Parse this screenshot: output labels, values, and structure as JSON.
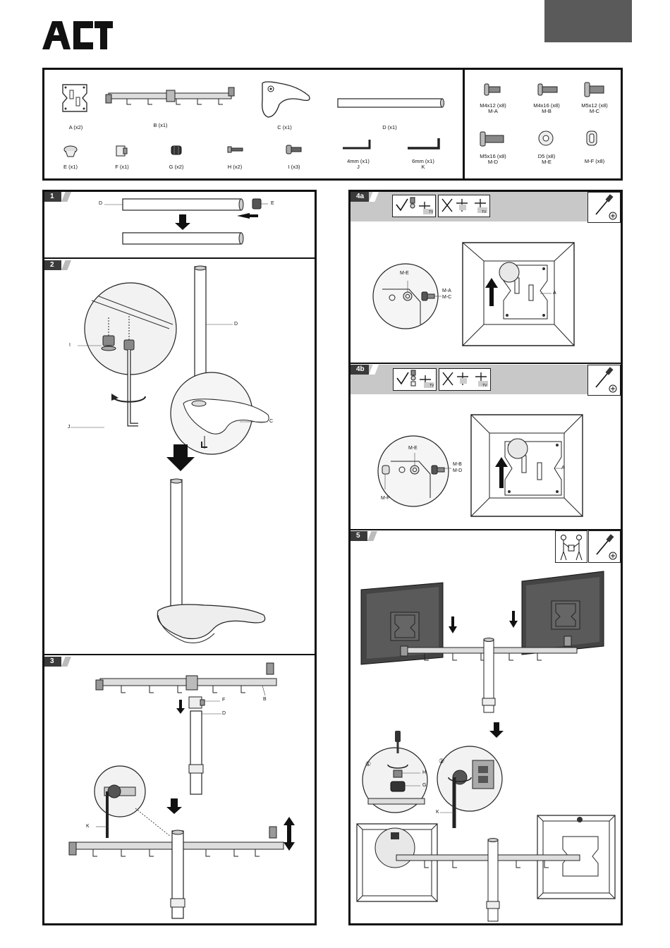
{
  "brand": {
    "logo_text": "ACT",
    "accent_box_color": "#5a5a5a"
  },
  "parts": [
    {
      "id": "A",
      "label": "A (x2)"
    },
    {
      "id": "B",
      "label": "B (x1)"
    },
    {
      "id": "C",
      "label": "C (x1)"
    },
    {
      "id": "D",
      "label": "D (x1)"
    },
    {
      "id": "E",
      "label": "E (x1)"
    },
    {
      "id": "F",
      "label": "F (x1)"
    },
    {
      "id": "G",
      "label": "G (x2)"
    },
    {
      "id": "H",
      "label": "H (x2)"
    },
    {
      "id": "I",
      "label": "I (x3)"
    },
    {
      "id": "J",
      "label": "4mm (x1)",
      "sub": "J"
    },
    {
      "id": "K",
      "label": "6mm (x1)",
      "sub": "K"
    }
  ],
  "screws": [
    {
      "label": "M4x12 (x8)",
      "sub": "M-A"
    },
    {
      "label": "M4x16 (x8)",
      "sub": "M-B"
    },
    {
      "label": "M5x12 (x8)",
      "sub": "M-C"
    },
    {
      "label": "M5x16 (x8)",
      "sub": "M-D"
    },
    {
      "label": "D5 (x8)",
      "sub": "M-E"
    },
    {
      "label": "M-F (x8)",
      "sub": ""
    }
  ],
  "steps": {
    "s1": {
      "num": "1",
      "labels": {
        "d": "D",
        "e": "E"
      }
    },
    "s2": {
      "num": "2",
      "labels": {
        "i": "I",
        "j": "J",
        "d": "D",
        "c": "C"
      }
    },
    "s3": {
      "num": "3",
      "labels": {
        "b": "B",
        "f": "F",
        "d": "D",
        "k": "K"
      }
    },
    "s4a": {
      "num": "4a",
      "labels": {
        "me": "M-E",
        "ma": "M-A",
        "mc": "M-C",
        "a": "A"
      }
    },
    "s4b": {
      "num": "4b",
      "labels": {
        "me": "M-E",
        "mb": "M-B",
        "md": "M-D",
        "mf": "M-F",
        "a": "A"
      }
    },
    "s5": {
      "num": "5",
      "labels": {
        "h": "H",
        "g": "G",
        "k": "K",
        "c1": "①",
        "c2": "②"
      }
    }
  },
  "tv_tag": "TV"
}
